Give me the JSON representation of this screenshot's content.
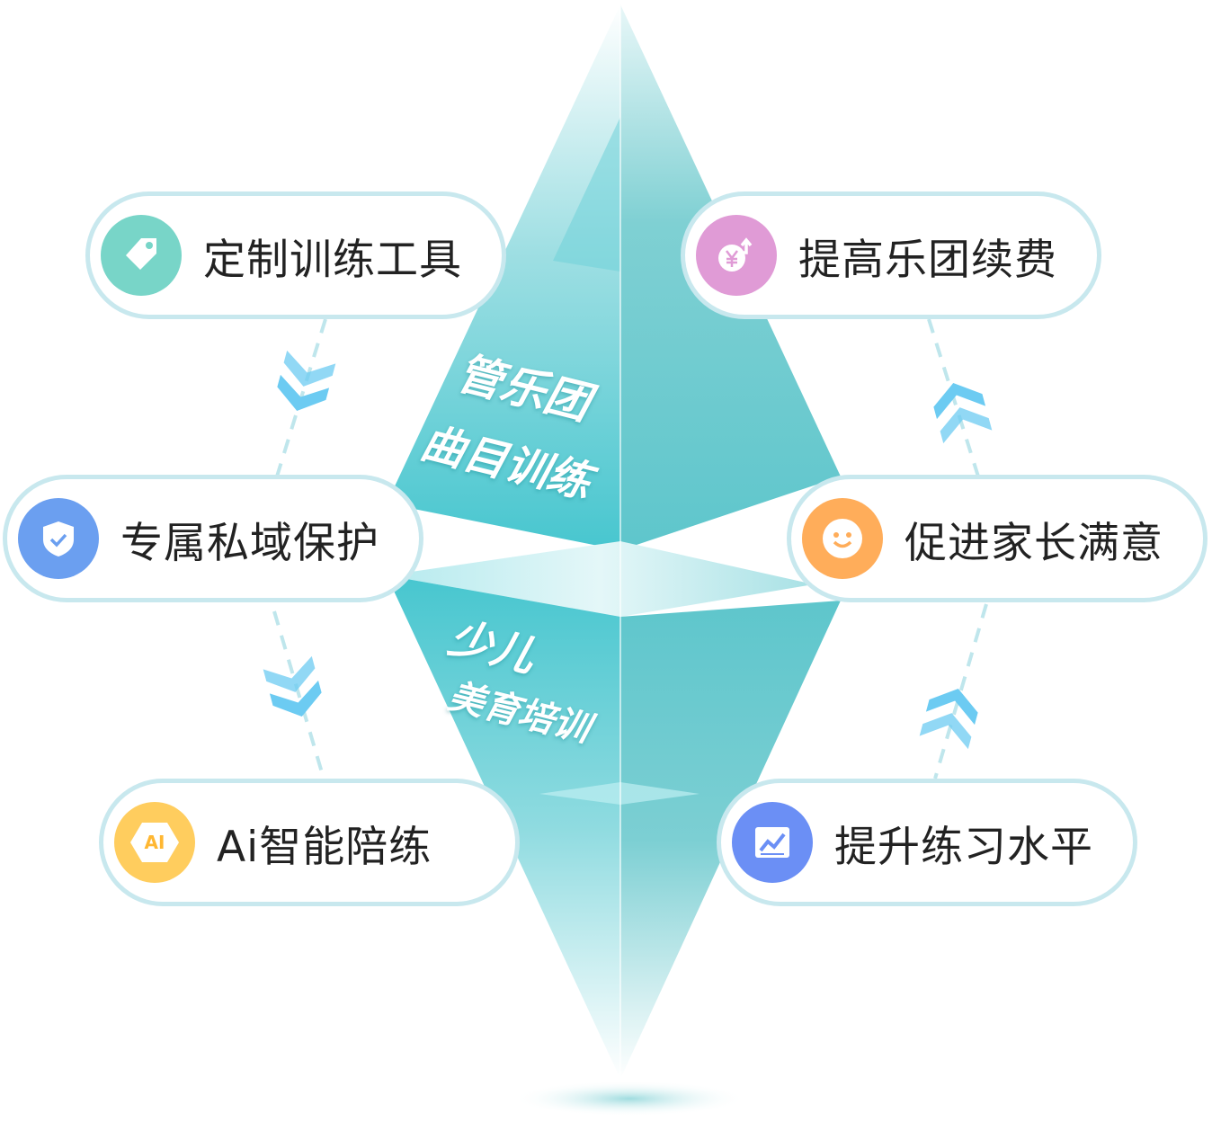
{
  "pyramid": {
    "upper": {
      "line1": "管乐团",
      "line2": "曲目训练"
    },
    "lower": {
      "line1": "少儿",
      "line2": "美育培训"
    }
  },
  "items": [
    {
      "label": "定制训练工具",
      "icon": "tag-icon",
      "color": "#78d5c8"
    },
    {
      "label": "提高乐团续费",
      "icon": "yen-up-icon",
      "color": "#e09bd6"
    },
    {
      "label": "专属私域保护",
      "icon": "shield-check-icon",
      "color": "#6b9ff0"
    },
    {
      "label": "促进家长满意",
      "icon": "smile-icon",
      "color": "#ffad5a"
    },
    {
      "label": "Ai智能陪练",
      "icon": "ai-hexagon-icon",
      "color": "#ffcd5e",
      "icon_text": "AI"
    },
    {
      "label": "提升练习水平",
      "icon": "chart-up-icon",
      "color": "#6b8ff5"
    }
  ],
  "colors": {
    "teal": "#4fc8d0",
    "border": "#c8e8ee",
    "chevron": "#5ec6f0"
  }
}
